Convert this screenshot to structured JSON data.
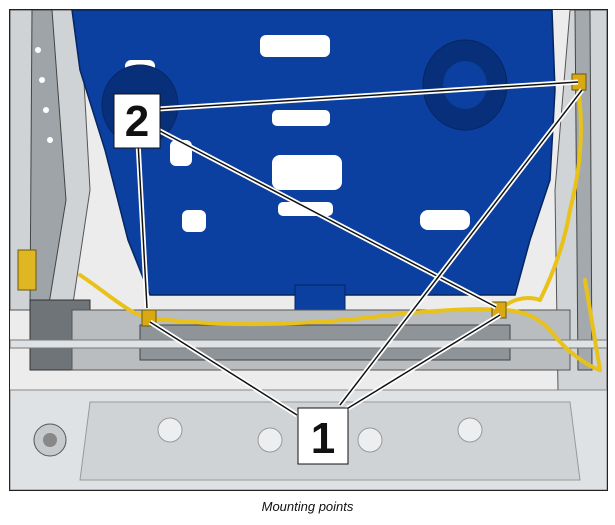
{
  "figure": {
    "callouts": [
      {
        "id": "callout-1",
        "label": "1"
      },
      {
        "id": "callout-2",
        "label": "2"
      }
    ],
    "caption": "Mounting points"
  },
  "colors": {
    "seat_foam": "#0b3fa0",
    "seat_foam_dark": "#08307a",
    "wiring_harness": "#e8c21a",
    "frame_metal": "#b9bdc0",
    "background": "#e9ebec",
    "leader_line": "#ffffff"
  }
}
